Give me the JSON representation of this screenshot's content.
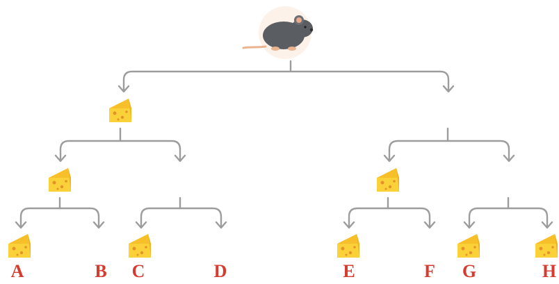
{
  "colors": {
    "connector": "#9c9c9c",
    "label": "#d63b2f",
    "mouse_body": "#5a5d61",
    "mouse_ear": "#e8a98c",
    "mouse_tail": "#e9b48f",
    "cheese_face": "#fbd13a",
    "cheese_side": "#f0b323",
    "cheese_hole": "#e3932a"
  },
  "icons": {
    "root": "mouse-icon",
    "node": "cheese-icon"
  },
  "leaves": [
    {
      "label": "A",
      "has_cheese": true
    },
    {
      "label": "B",
      "has_cheese": false
    },
    {
      "label": "C",
      "has_cheese": true
    },
    {
      "label": "D",
      "has_cheese": false
    },
    {
      "label": "E",
      "has_cheese": true
    },
    {
      "label": "F",
      "has_cheese": false
    },
    {
      "label": "G",
      "has_cheese": true
    },
    {
      "label": "H",
      "has_cheese": true
    }
  ],
  "internal_nodes": {
    "level1_left_has_cheese": true,
    "level1_right_has_cheese": false,
    "level2_ll_has_cheese": true,
    "level2_lr_has_cheese": false,
    "level2_rl_has_cheese": true,
    "level2_rr_has_cheese": false
  }
}
